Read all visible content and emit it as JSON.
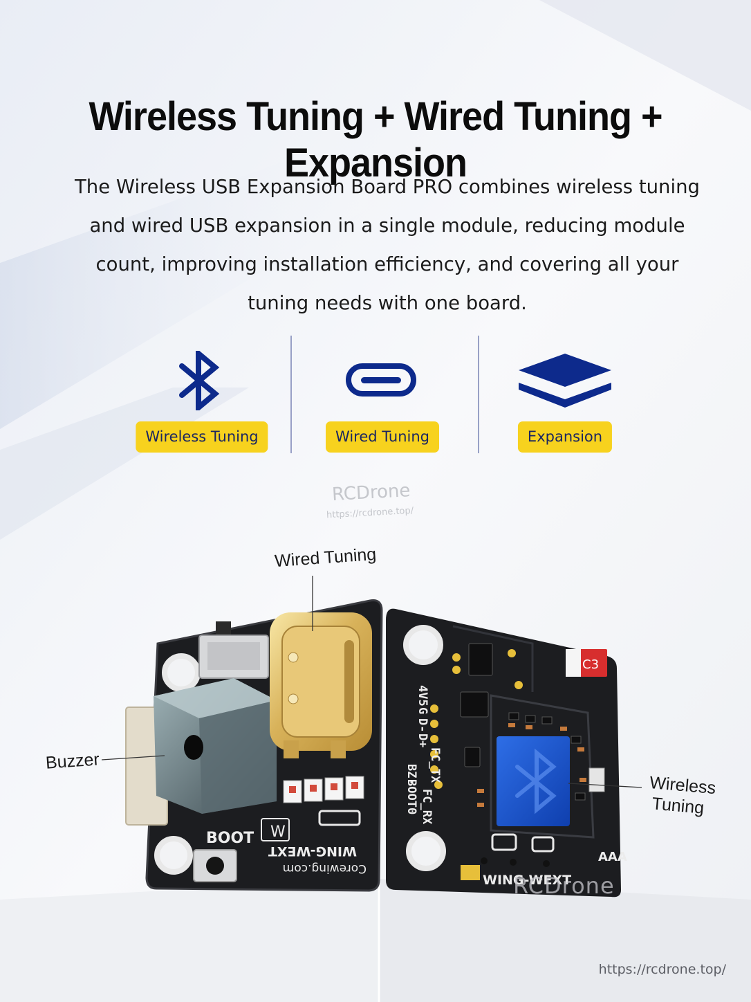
{
  "header": {
    "title": "Wireless Tuning + Wired Tuning + Expansion",
    "description": "The Wireless USB Expansion Board PRO combines wireless tuning and wired USB expansion in a single module, reducing module count, improving installation efficiency, and covering all your tuning needs with one board."
  },
  "features": [
    {
      "label": "Wireless Tuning",
      "icon": "bluetooth-icon"
    },
    {
      "label": "Wired Tuning",
      "icon": "usb-c-icon"
    },
    {
      "label": "Expansion",
      "icon": "layers-icon"
    }
  ],
  "colors": {
    "accent_yellow": "#f7d21e",
    "brand_blue": "#0d2a8c",
    "board_black": "#1c1d20"
  },
  "watermarks": {
    "brand": "RCDrone",
    "url_small": "https://rcdrone.top/",
    "brand_overlay": "RCDrone"
  },
  "product": {
    "callouts": {
      "wired": "Wired Tuning",
      "buzzer": "Buzzer",
      "wireless_1": "Wireless",
      "wireless_2": "Tuning"
    },
    "silkscreen": {
      "boot": "BOOT",
      "w": "W",
      "model_left": "WING-WEXT",
      "site": "Corewing.com",
      "c3": "C3",
      "aaa": "AAA",
      "model_right": "WING-WEXT",
      "pins": [
        "4V5",
        "G",
        "D-",
        "D+",
        "FC_TX",
        "BZ-",
        "BOOT0",
        "FC_RX"
      ]
    }
  },
  "footer": {
    "url": "https://rcdrone.top/"
  }
}
